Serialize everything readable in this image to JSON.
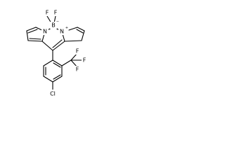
{
  "labels": {
    "f1": "F",
    "f2": "F",
    "boron": "B",
    "boron_charge": "−",
    "n_left": "N",
    "n_right": "N",
    "n_right_charge": "+",
    "cl": "Cl",
    "cf3_f1": "F",
    "cf3_f2": "F",
    "cf3_f3": "F"
  }
}
